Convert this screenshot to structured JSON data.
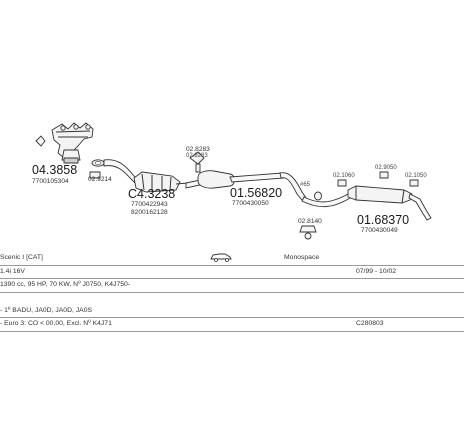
{
  "parts": {
    "manifold_number": "04.3858",
    "manifold_oem": "7700105304",
    "gasket1_number": "02.9214",
    "catalyst_number": "C4.3238",
    "catalyst_oem1": "7700422943",
    "catalyst_oem2": "8200162128",
    "mount_number": "02.8283",
    "middle_number": "01.56820",
    "middle_oem": "7700430050",
    "clamp_number": "#65",
    "gasket2_number": "02.8140",
    "hanger1_number": "02.1060",
    "hanger2_number": "02.9050",
    "hanger3_number": "02.1050",
    "rear_number": "01.68370",
    "rear_oem": "7700430049"
  },
  "spec": {
    "model": "Scenic I [CAT]",
    "engine": "1.4i 16V",
    "type_label": "Monospace",
    "dates": "07/99 - 10/02",
    "engine_detail": "1390 cc, 95 HP, 70 KW, Nº J0750, K4J750-",
    "vin": "- 1º BADU, JA0D, JA0D, JA0S",
    "euro": "- Euro 3: CO < 00,00, Excl. Nº K4J71",
    "code": "C280803"
  }
}
